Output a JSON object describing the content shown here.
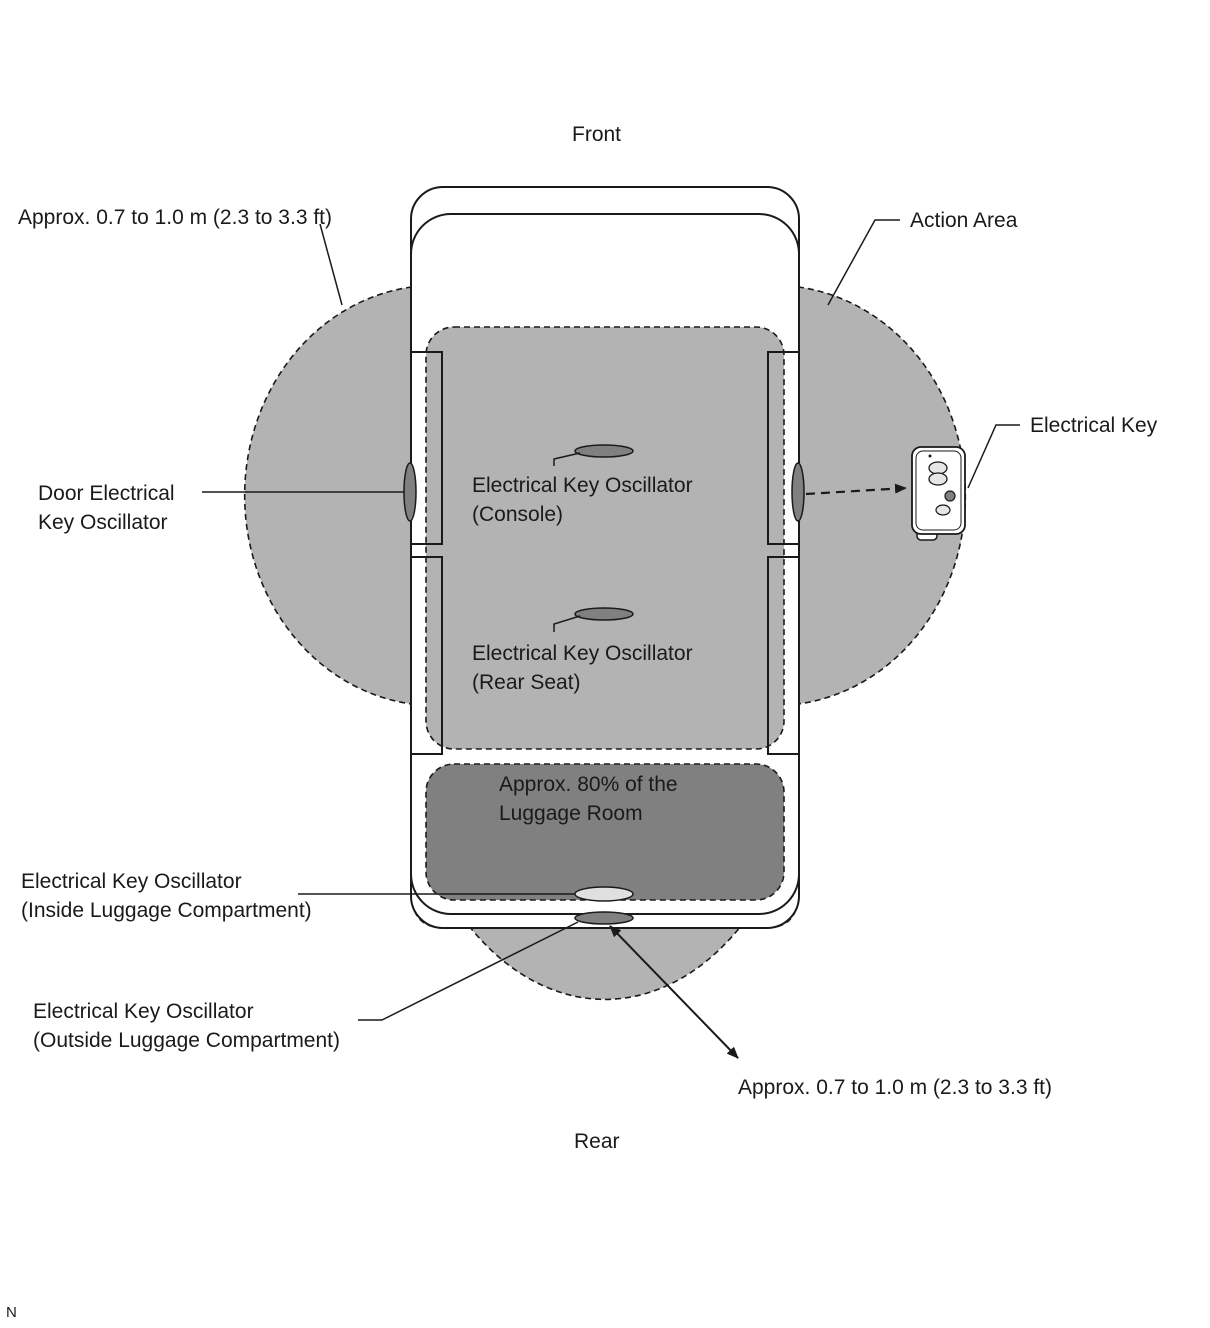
{
  "labels": {
    "front": "Front",
    "rear": "Rear",
    "approx_front": "Approx. 0.7 to 1.0 m (2.3 to 3.3 ft)",
    "approx_rear": "Approx. 0.7 to 1.0 m (2.3 to 3.3 ft)",
    "action_area": "Action Area",
    "electrical_key": "Electrical Key",
    "door_oscillator": [
      "Door Electrical",
      "Key Oscillator"
    ],
    "console_oscillator": [
      "Electrical Key Oscillator",
      "(Console)"
    ],
    "rear_seat_oscillator": [
      "Electrical Key Oscillator",
      "(Rear Seat)"
    ],
    "luggage_room": [
      "Approx. 80% of the",
      "Luggage Room"
    ],
    "inside_luggage_oscillator": [
      "Electrical Key Oscillator",
      "(Inside Luggage Compartment)"
    ],
    "outside_luggage_oscillator": [
      "Electrical Key Oscillator",
      "(Outside Luggage Compartment)"
    ],
    "corner_code": "N"
  },
  "colors": {
    "action_area_fill": "#b3b3b3",
    "luggage_area_fill": "#808080",
    "oscillator_fill": "#808080",
    "outline": "#1a1a1a",
    "body_fill": "#ffffff"
  }
}
